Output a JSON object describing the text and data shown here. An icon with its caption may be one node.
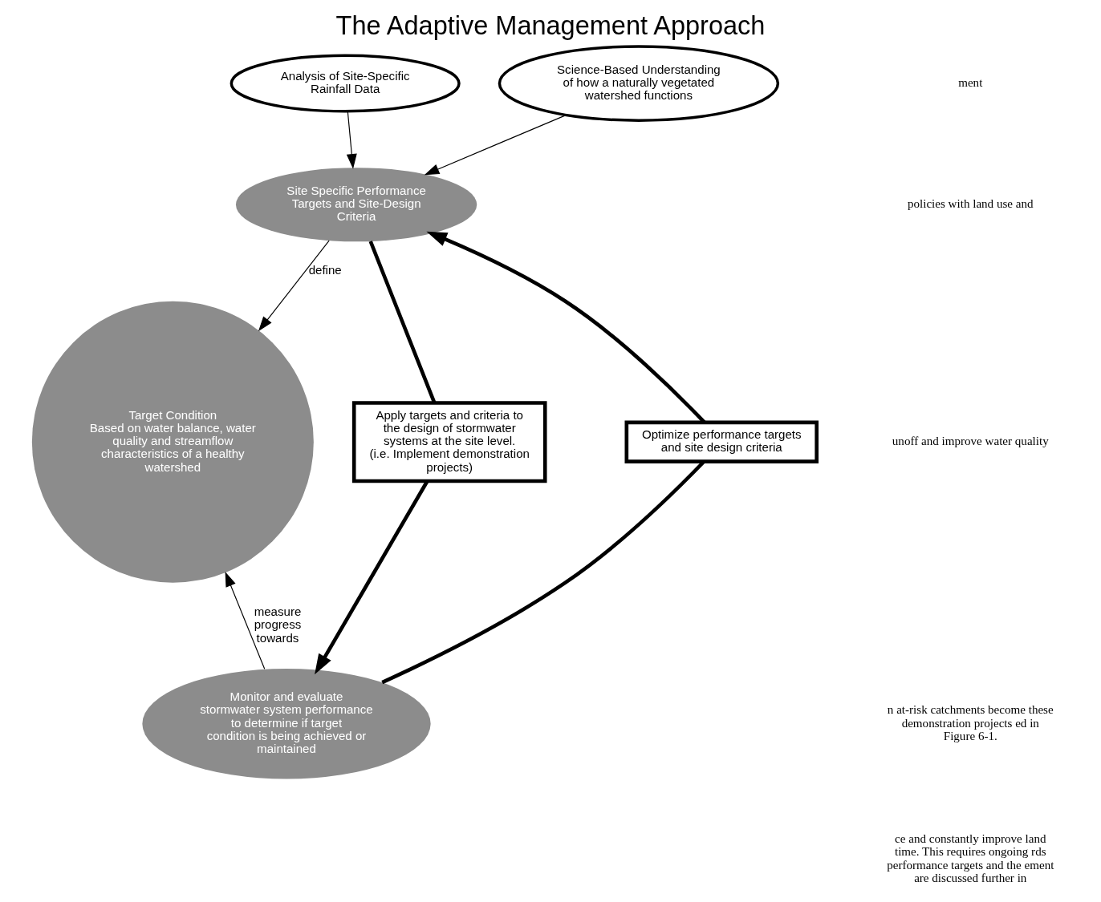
{
  "diagram": {
    "title": "The Adaptive Management Approach",
    "nodes": [
      {
        "text": [
          "Analysis of Site-Specific Rainfall Data"
        ]
      },
      {
        "text": [
          "Science-Based Understanding",
          "of how a naturally vegetated watershed functions"
        ]
      },
      {
        "text": [
          "Site Specific Performance Targets and Site-Design Criteria"
        ]
      },
      {
        "text": [
          "Target Condition",
          "Based on water balance, water quality and streamflow characteristics of a healthy watershed"
        ]
      },
      {
        "text": [
          "Monitor and evaluate stormwater system performance to determine if target condition is being achieved or maintained"
        ]
      },
      {
        "text": [
          "Apply targets and criteria to the design of stormwater systems at the site level.",
          "(i.e. Implement demonstration projects)"
        ]
      },
      {
        "text": [
          "Optimize performance targets and site design criteria"
        ]
      }
    ],
    "edges": [
      {
        "from": 0,
        "to": 2,
        "arrow": "to"
      },
      {
        "from": 1,
        "to": 2,
        "arrow": "to"
      },
      {
        "from": 2,
        "to": 3,
        "arrow": "to",
        "label": "define"
      },
      {
        "from": 4,
        "to": 3,
        "arrow": "to",
        "label": "measure progress towards"
      },
      {
        "from": 2,
        "to": 5,
        "arrow": "none",
        "style": "thick"
      },
      {
        "from": 5,
        "to": 4,
        "arrow": "to",
        "style": "thick"
      },
      {
        "from": 4,
        "to": 6,
        "arrow": "none",
        "style": "thick"
      },
      {
        "from": 6,
        "to": 2,
        "arrow": "to",
        "style": "thick"
      }
    ],
    "labels": [
      "ment",
      "policies with land use and",
      "unoff and improve water quality",
      "n at-risk catchments become these demonstration projects ed in Figure 6-1.",
      "ce and constantly improve land time. This requires ongoing rds performance targets and the ement are discussed further in"
    ]
  }
}
